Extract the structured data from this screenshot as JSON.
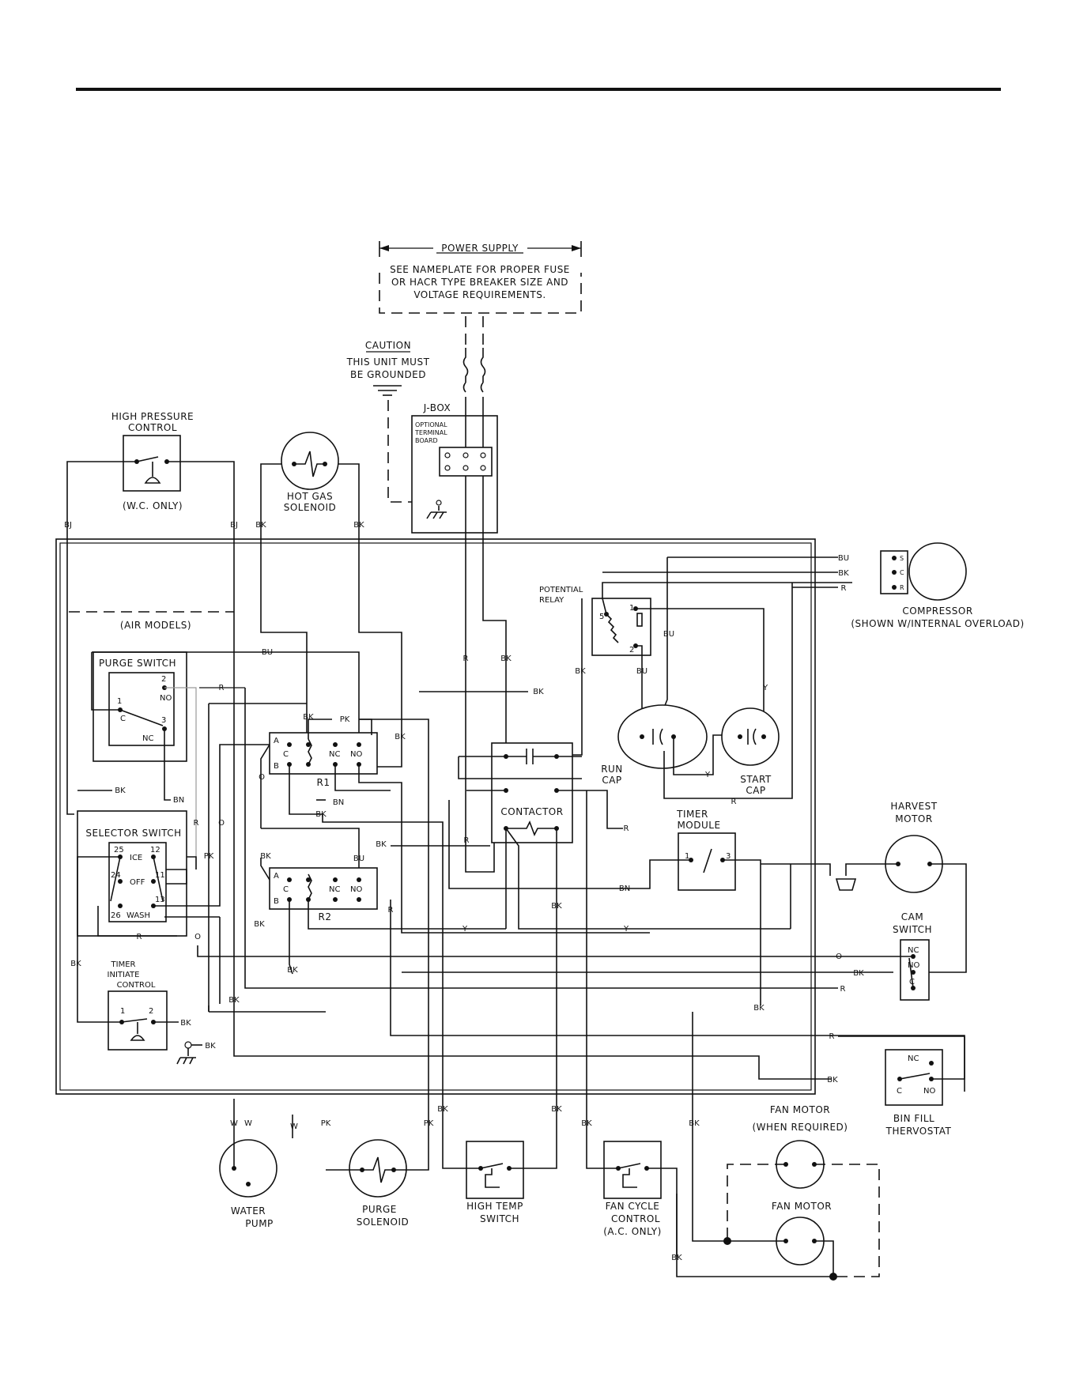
{
  "power_supply": {
    "title": "POWER SUPPLY",
    "lines": [
      "SEE NAMEPLATE FOR PROPER FUSE",
      "OR HACR TYPE BREAKER SIZE AND",
      "VOLTAGE REQUIREMENTS."
    ]
  },
  "caution": {
    "title": "CAUTION",
    "lines": [
      "THIS UNIT MUST",
      "BE GROUNDED"
    ]
  },
  "jbox": {
    "title": "J-BOX",
    "board": [
      "OPTIONAL",
      "TERMINAL",
      "BOARD"
    ]
  },
  "components": {
    "high_pressure": [
      "HIGH PRESSURE",
      "CONTROL"
    ],
    "wc_only": "(W.C. ONLY)",
    "hot_gas": [
      "HOT GAS",
      "SOLENOID"
    ],
    "air_models": "(AIR MODELS)",
    "purge_switch": "PURGE SWITCH",
    "potential_relay": [
      "POTENTIAL",
      "RELAY"
    ],
    "compressor": [
      "COMPRESSOR",
      "(SHOWN W/INTERNAL OVERLOAD)"
    ],
    "run_cap": [
      "RUN",
      "CAP"
    ],
    "start_cap": [
      "START",
      "CAP"
    ],
    "contactor": "CONTACTOR",
    "timer_module": [
      "TIMER",
      "MODULE"
    ],
    "harvest_motor": [
      "HARVEST",
      "MOTOR"
    ],
    "cam_switch": [
      "CAM",
      "SWITCH"
    ],
    "selector_switch": "SELECTOR SWITCH",
    "timer_initiate": [
      "TIMER",
      "INITIATE",
      "CONTROL"
    ],
    "bin_fill": [
      "BIN FILL",
      "THERVOSTAT"
    ],
    "fan_motor_req": [
      "FAN MOTOR",
      "(WHEN REQUIRED)"
    ],
    "fan_motor": "FAN MOTOR",
    "water_pump": [
      "WATER",
      "PUMP"
    ],
    "purge_solenoid": [
      "PURGE",
      "SOLENOID"
    ],
    "high_temp": [
      "HIGH TEMP",
      "SWITCH"
    ],
    "fan_cycle": [
      "FAN CYCLE",
      "CONTROL",
      "(A.C. ONLY)"
    ],
    "relay1": "R1",
    "relay2": "R2"
  },
  "terminals": {
    "A": "A",
    "B": "B",
    "C": "C",
    "NC": "NC",
    "NO": "NO",
    "ICE": "ICE",
    "OFF": "OFF",
    "WASH": "WASH",
    "n1": "1",
    "n2": "2",
    "n3": "3",
    "n5": "5",
    "n11": "11",
    "n12": "12",
    "n13": "13",
    "n24": "24",
    "n25": "25",
    "n26": "26",
    "S": "S",
    "Cc": "C",
    "R": "R"
  },
  "wires": {
    "BK": "BK",
    "BU": "BU",
    "BJ": "BJ",
    "R": "R",
    "Y": "Y",
    "W": "W",
    "PK": "PK",
    "O": "O",
    "BN": "BN"
  }
}
